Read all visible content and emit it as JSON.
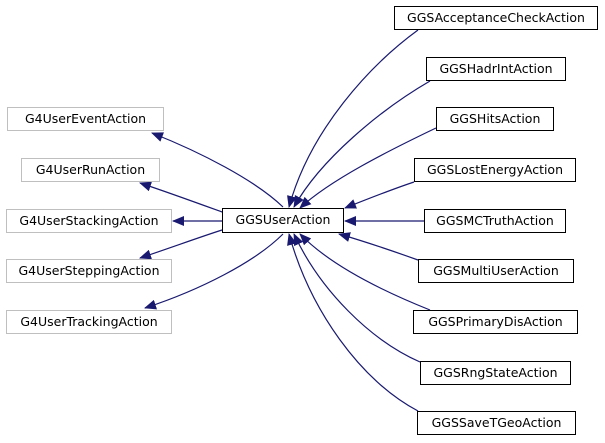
{
  "diagram": {
    "center": {
      "label": "GGSUserAction"
    },
    "bases": [
      {
        "id": "evt",
        "label": "G4UserEventAction"
      },
      {
        "id": "run",
        "label": "G4UserRunAction"
      },
      {
        "id": "stk",
        "label": "G4UserStackingAction"
      },
      {
        "id": "stp",
        "label": "G4UserSteppingAction"
      },
      {
        "id": "trk",
        "label": "G4UserTrackingAction"
      }
    ],
    "derived": [
      {
        "id": "acc",
        "label": "GGSAcceptanceCheckAction"
      },
      {
        "id": "had",
        "label": "GGSHadrIntAction"
      },
      {
        "id": "hit",
        "label": "GGSHitsAction"
      },
      {
        "id": "lost",
        "label": "GGSLostEnergyAction"
      },
      {
        "id": "mct",
        "label": "GGSMCTruthAction"
      },
      {
        "id": "mua",
        "label": "GGSMultiUserAction"
      },
      {
        "id": "pda",
        "label": "GGSPrimaryDisAction"
      },
      {
        "id": "rng",
        "label": "GGSRngStateAction"
      },
      {
        "id": "sav",
        "label": "GGSSaveTGeoAction"
      }
    ],
    "colors": {
      "edge": "#191970",
      "external_border": "#bfbfbf",
      "internal_border": "#000000"
    }
  }
}
